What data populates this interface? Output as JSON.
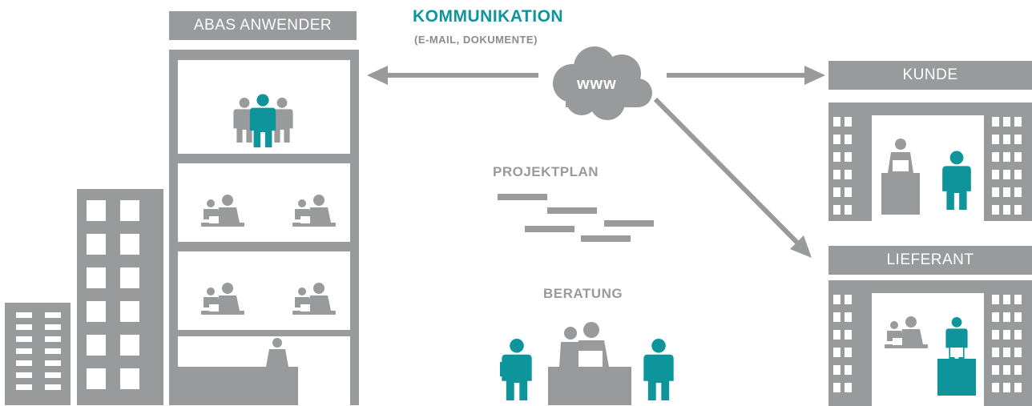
{
  "labels": {
    "user": "ABAS ANWENDER",
    "communication": "KOMMUNIKATION",
    "communication_sub": "(E-MAIL, DOKUMENTE)",
    "www": "www",
    "plan": "PROJEKTPLAN",
    "consulting": "BERATUNG",
    "customer": "KUNDE",
    "supplier": "LIEFERANT"
  },
  "colors": {
    "grey": "#999a9c",
    "teal": "#0e959c",
    "white": "#ffffff"
  }
}
